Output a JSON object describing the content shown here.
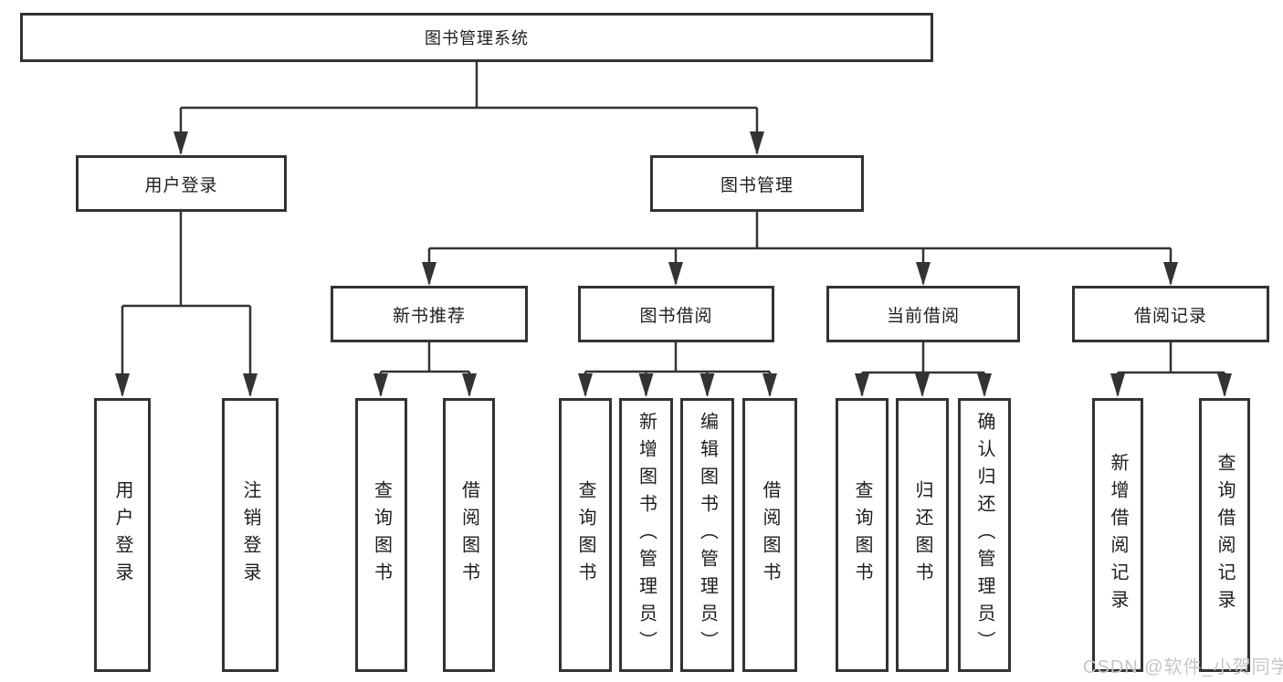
{
  "colors": {
    "line": "#333333",
    "text": "#1d1d1d",
    "box_background": "#ffffff",
    "watermark": "#c6c6c6"
  },
  "diagram": {
    "root": {
      "label": "图书管理系统"
    },
    "level2": [
      {
        "label": "用户登录"
      },
      {
        "label": "图书管理"
      }
    ],
    "level3": [
      {
        "label": "新书推荐"
      },
      {
        "label": "图书借阅"
      },
      {
        "label": "当前借阅"
      },
      {
        "label": "借阅记录"
      }
    ],
    "leaves": [
      {
        "label": "用户登录"
      },
      {
        "label": "注销登录"
      },
      {
        "label": "查询图书"
      },
      {
        "label": "借阅图书"
      },
      {
        "label": "查询图书"
      },
      {
        "label": "新增图书（管理员）"
      },
      {
        "label": "编辑图书（管理员）"
      },
      {
        "label": "借阅图书"
      },
      {
        "label": "查询图书"
      },
      {
        "label": "归还图书"
      },
      {
        "label": "确认归还（管理员）"
      },
      {
        "label": "新增借阅记录"
      },
      {
        "label": "查询借阅记录"
      }
    ]
  },
  "watermark": {
    "text": "CSDN @软件_小贺同学"
  }
}
